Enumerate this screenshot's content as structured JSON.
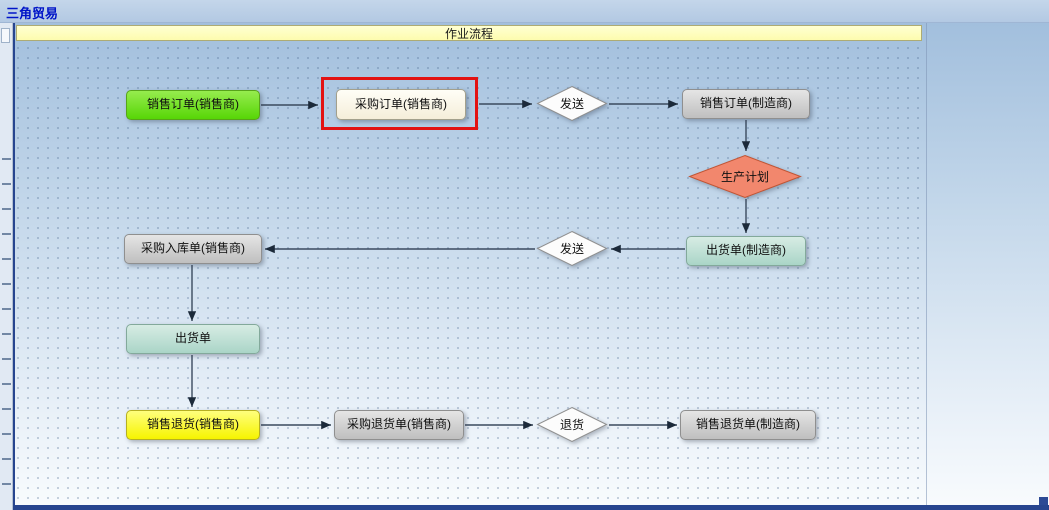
{
  "window": {
    "title": "三角贸易"
  },
  "banner": {
    "label": "作业流程"
  },
  "nodes": {
    "sales_order_seller": {
      "label": "销售订单(销售商)",
      "color": "#66dd11"
    },
    "purchase_order_seller": {
      "label": "采购订单(销售商)",
      "color": "#fffdf2",
      "selected": true
    },
    "send_top": {
      "label": "发送",
      "color": "#fcfcfc"
    },
    "sales_order_maker": {
      "label": "销售订单(制造商)",
      "color": "#c9c9c9"
    },
    "production_plan": {
      "label": "生产计划",
      "color": "#f2876d"
    },
    "shipment_maker": {
      "label": "出货单(制造商)",
      "color": "#b7ddd0"
    },
    "send_mid": {
      "label": "发送",
      "color": "#fcfcfc"
    },
    "purchase_receipt_seller": {
      "label": "采购入库单(销售商)",
      "color": "#c9c9c9"
    },
    "shipment": {
      "label": "出货单",
      "color": "#b7ddd0"
    },
    "sales_return_seller": {
      "label": "销售退货(销售商)",
      "color": "#f5f500"
    },
    "purchase_return_seller": {
      "label": "采购退货单(销售商)",
      "color": "#c9c9c9"
    },
    "return_send": {
      "label": "退货",
      "color": "#fcfcfc"
    },
    "sales_return_maker": {
      "label": "销售退货单(制造商)",
      "color": "#c9c9c9"
    }
  },
  "edges": [
    {
      "from": "sales_order_seller",
      "to": "purchase_order_seller"
    },
    {
      "from": "purchase_order_seller",
      "to": "send_top"
    },
    {
      "from": "send_top",
      "to": "sales_order_maker"
    },
    {
      "from": "sales_order_maker",
      "to": "production_plan"
    },
    {
      "from": "production_plan",
      "to": "shipment_maker"
    },
    {
      "from": "shipment_maker",
      "to": "send_mid"
    },
    {
      "from": "send_mid",
      "to": "purchase_receipt_seller"
    },
    {
      "from": "purchase_receipt_seller",
      "to": "shipment"
    },
    {
      "from": "shipment",
      "to": "sales_return_seller"
    },
    {
      "from": "sales_return_seller",
      "to": "purchase_return_seller"
    },
    {
      "from": "purchase_return_seller",
      "to": "return_send"
    },
    {
      "from": "return_send",
      "to": "sales_return_maker"
    }
  ],
  "colors": {
    "selection": "#e31212",
    "canvas_top": "#a2bfdd",
    "canvas_bottom": "#f8fbfd",
    "banner_bg": "#fdfcae",
    "chrome_bg": "#b9cde6"
  }
}
